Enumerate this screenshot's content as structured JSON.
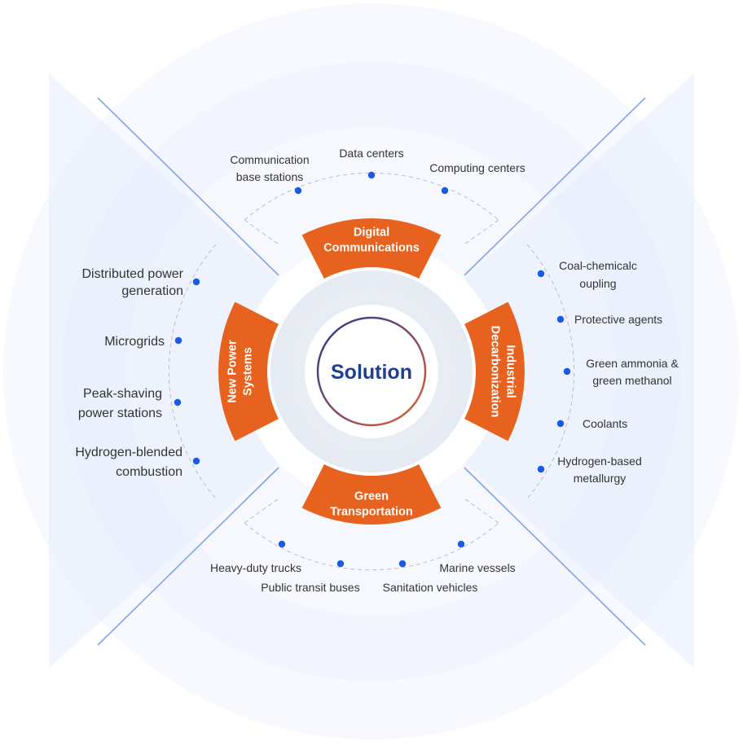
{
  "center": {
    "title": "Solution"
  },
  "segments": {
    "top": {
      "lines": [
        "Digital",
        "Communications"
      ]
    },
    "left": {
      "lines": [
        "New Power",
        "Systems"
      ]
    },
    "right": {
      "lines": [
        "Industrial",
        "Decarbonization"
      ]
    },
    "bottom": {
      "lines": [
        "Green",
        "Transportation"
      ]
    }
  },
  "digital_communications": [
    {
      "lines": [
        "Communication",
        "base stations"
      ]
    },
    {
      "lines": [
        "Data centers"
      ]
    },
    {
      "lines": [
        "Computing centers"
      ]
    }
  ],
  "new_power_systems": [
    {
      "lines": [
        "Distributed power",
        "generation"
      ]
    },
    {
      "lines": [
        "Microgrids"
      ]
    },
    {
      "lines": [
        "Peak-shaving",
        "power stations"
      ]
    },
    {
      "lines": [
        "Hydrogen-blended",
        "combustion"
      ]
    }
  ],
  "industrial_decarbonization": [
    {
      "lines": [
        "Coal-chemicalc",
        "oupling"
      ]
    },
    {
      "lines": [
        "Protective agents"
      ]
    },
    {
      "lines": [
        "Green ammonia &",
        "green methanol"
      ]
    },
    {
      "lines": [
        "Coolants"
      ]
    },
    {
      "lines": [
        "Hydrogen-based",
        "metallurgy"
      ]
    }
  ],
  "green_transportation": [
    {
      "lines": [
        "Heavy-duty trucks"
      ]
    },
    {
      "lines": [
        "Public transit buses"
      ]
    },
    {
      "lines": [
        "Sanitation vehicles"
      ]
    },
    {
      "lines": [
        "Marine vessels"
      ]
    }
  ],
  "colors": {
    "accent_orange": "#e8621f",
    "node_blue": "#1a5ae6",
    "title_navy": "#1f3f8f",
    "guide_line": "#7fa3ef"
  }
}
